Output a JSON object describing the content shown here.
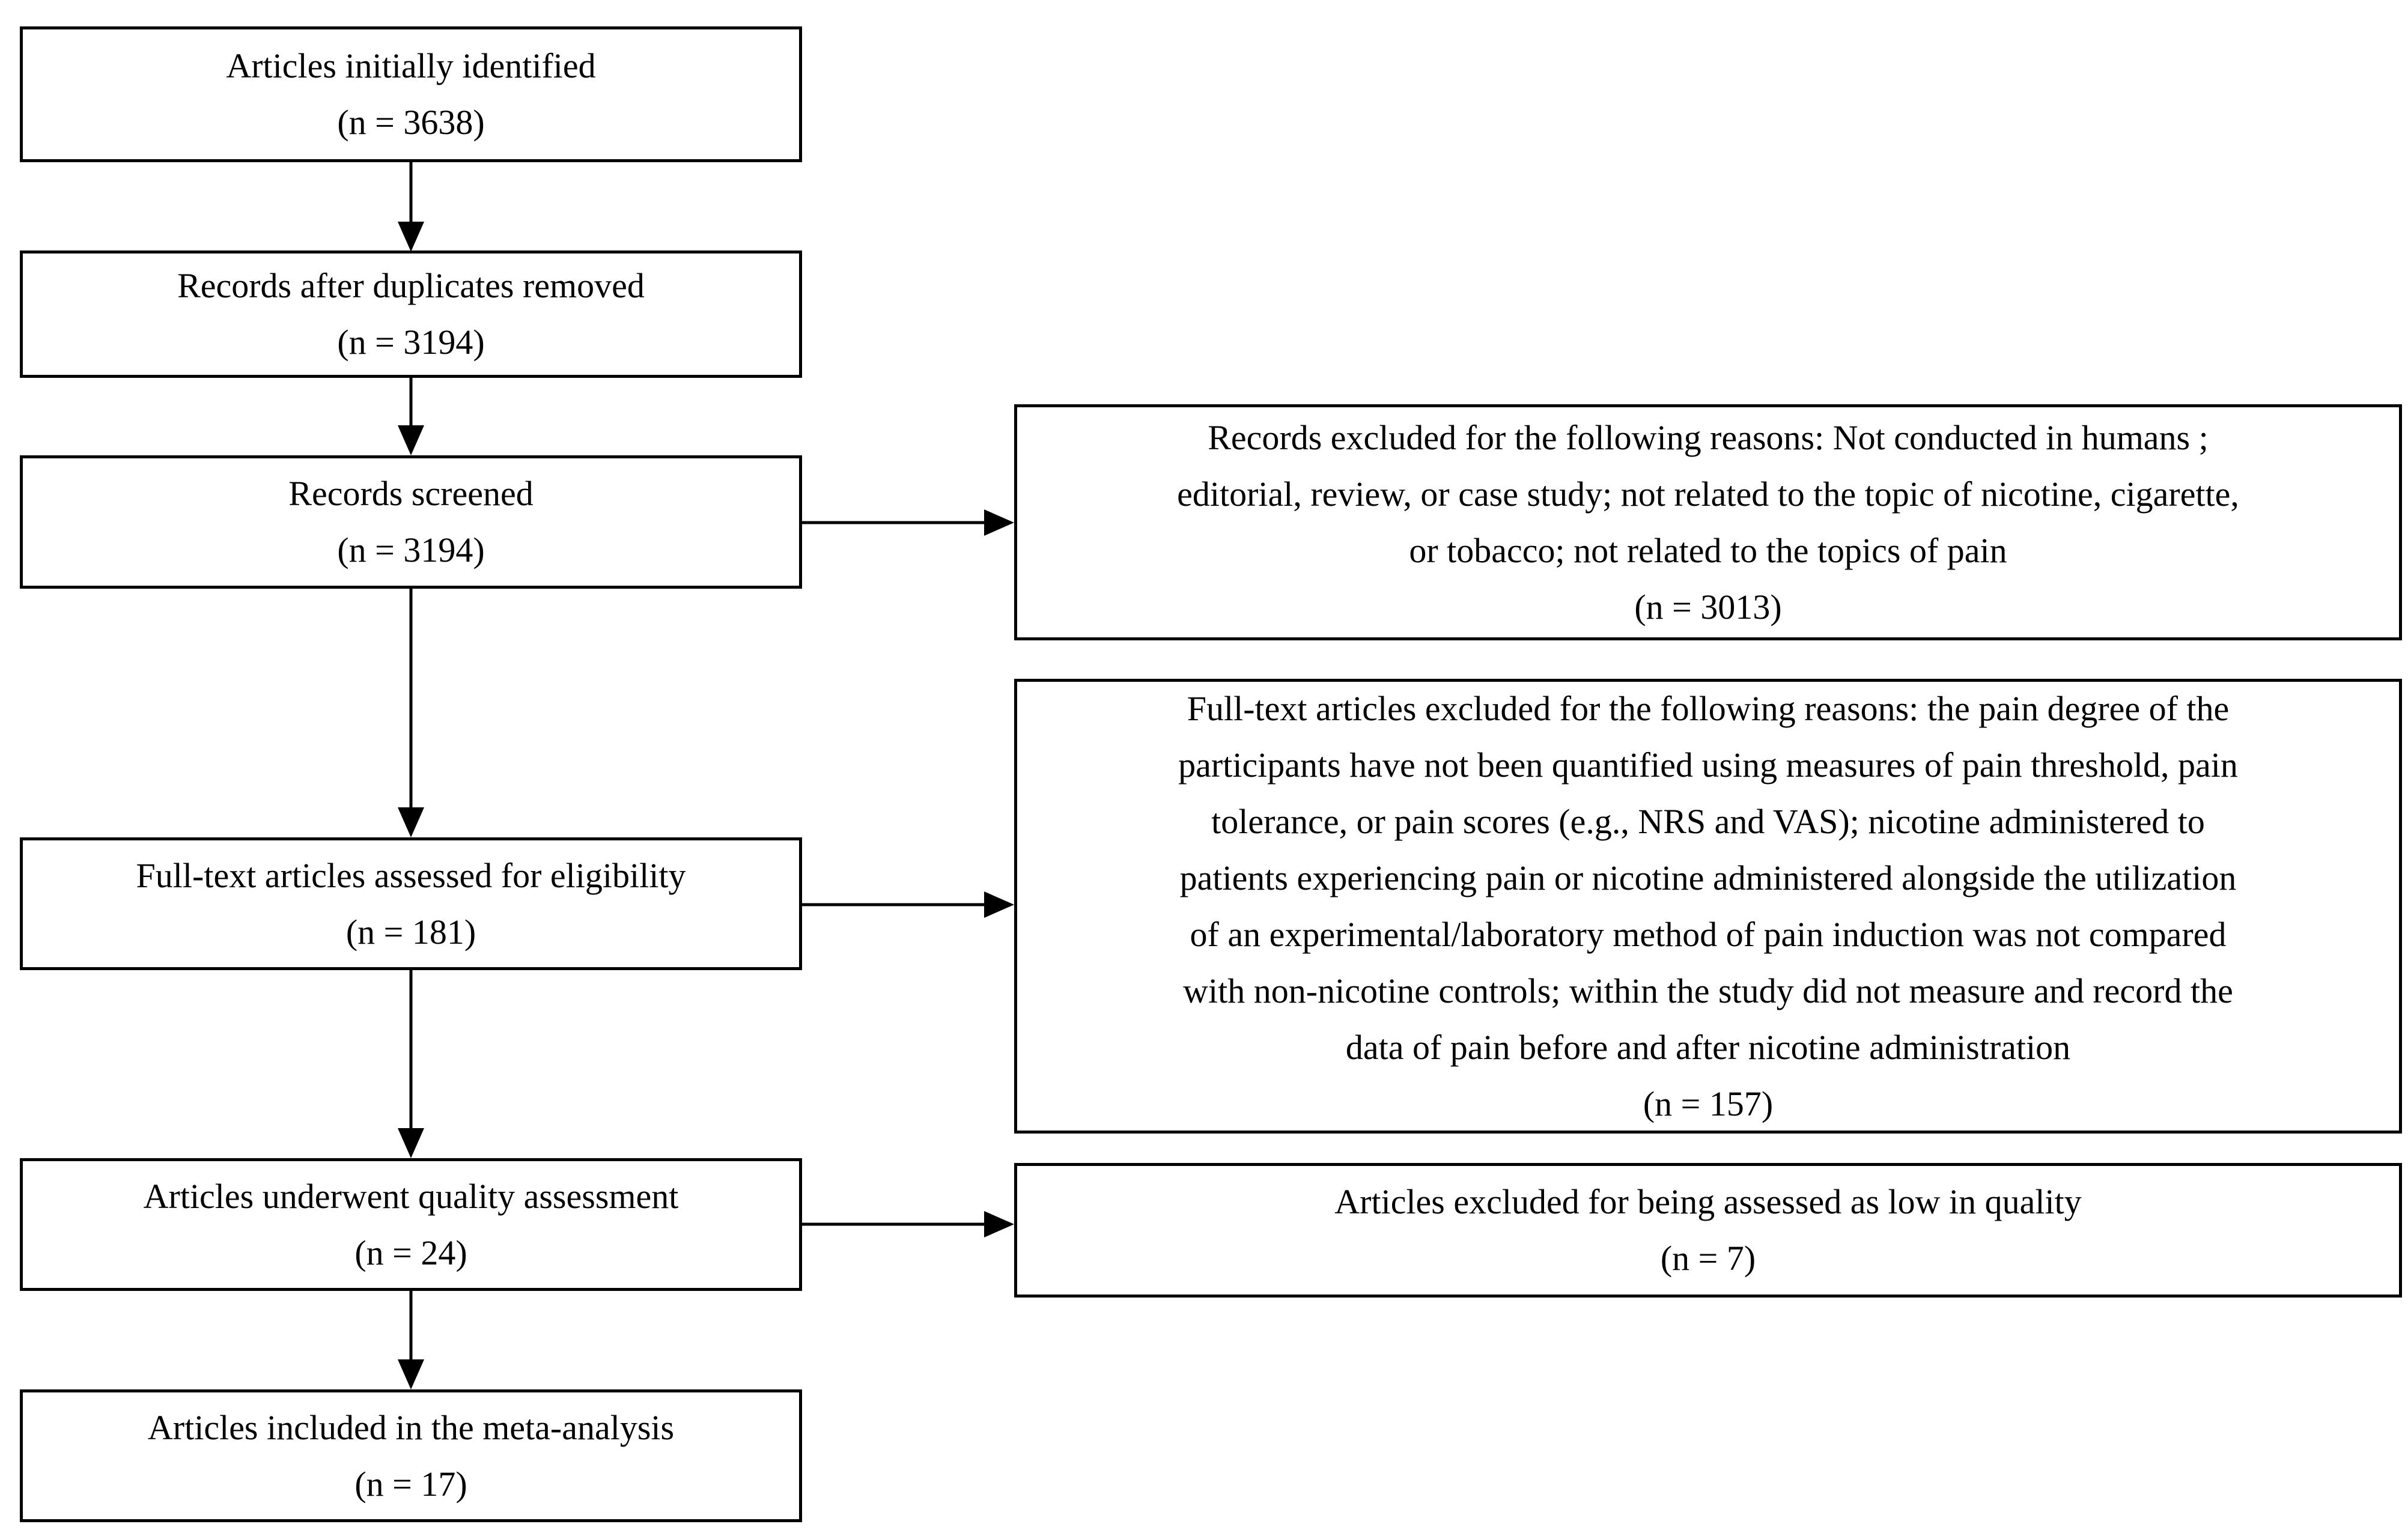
{
  "flow": {
    "colors": {
      "background": "#ffffff",
      "line": "#000000",
      "text": "#000000"
    },
    "left_boxes": [
      {
        "lines": [
          "Articles initially identified",
          "(n = 3638)"
        ]
      },
      {
        "lines": [
          "Records after duplicates removed",
          "(n = 3194)"
        ]
      },
      {
        "lines": [
          "Records screened",
          "(n = 3194)"
        ]
      },
      {
        "lines": [
          "Full-text articles assessed for eligibility",
          "(n = 181)"
        ]
      },
      {
        "lines": [
          "Articles underwent quality assessment",
          "(n = 24)"
        ]
      },
      {
        "lines": [
          "Articles included in the meta-analysis",
          "(n = 17)"
        ]
      }
    ],
    "right_boxes": [
      {
        "lines": [
          "Records excluded for the following reasons: Not conducted in humans ;",
          "editorial, review, or case study; not related to the topic of nicotine, cigarette,",
          "or tobacco; not related to the topics of pain",
          "(n = 3013)"
        ]
      },
      {
        "lines": [
          "Full-text articles excluded for the following reasons: the pain degree of the",
          "participants have not been quantified using measures of pain threshold, pain",
          "tolerance, or pain scores (e.g., NRS and VAS); nicotine administered to",
          "patients experiencing pain or nicotine administered alongside the utilization",
          "of an experimental/laboratory method of pain induction was not compared",
          "with non-nicotine controls; within the study did not measure and record the",
          "data of pain before and after nicotine administration",
          "(n = 157)"
        ]
      },
      {
        "lines": [
          "Articles excluded for being assessed as low in quality",
          "(n = 7)"
        ]
      }
    ]
  }
}
